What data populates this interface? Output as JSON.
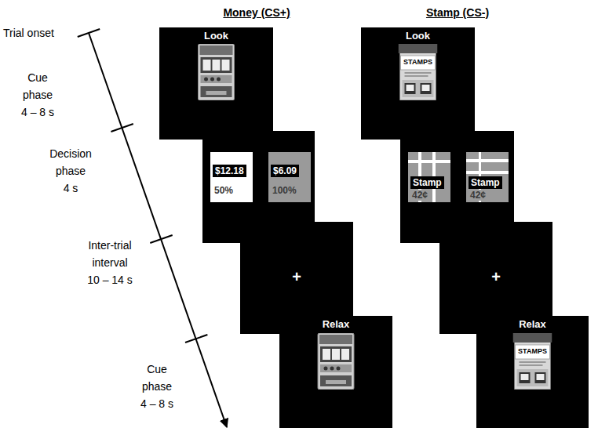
{
  "diagram": {
    "nodes": [
      {
        "text": [
          "Look"
        ]
      },
      {
        "text": []
      },
      {
        "text": [
          "$12.18",
          "50%"
        ],
        "in": 1
      },
      {
        "text": [
          "$6.09",
          "100%"
        ],
        "in": 1
      },
      {
        "text": [
          "+"
        ]
      },
      {
        "text": [
          "Relax"
        ]
      },
      {
        "text": [
          "Look",
          "STAMPS"
        ]
      },
      {
        "text": []
      },
      {
        "text": [
          "Stamp",
          "42¢"
        ],
        "in": 7
      },
      {
        "text": [
          "Stamp",
          "42¢"
        ],
        "in": 7
      },
      {
        "text": [
          "+"
        ]
      },
      {
        "text": [
          "Relax",
          "STAMPS"
        ]
      }
    ],
    "labels": [
      "Money (CS+)",
      "Stamp (CS-)",
      "Trial onset",
      "Cue phase",
      "4 – 8 s",
      "Decision phase",
      "4 s",
      "Inter-trial interval",
      "10 – 14 s",
      "Cue phase",
      "4 – 8 s"
    ]
  }
}
